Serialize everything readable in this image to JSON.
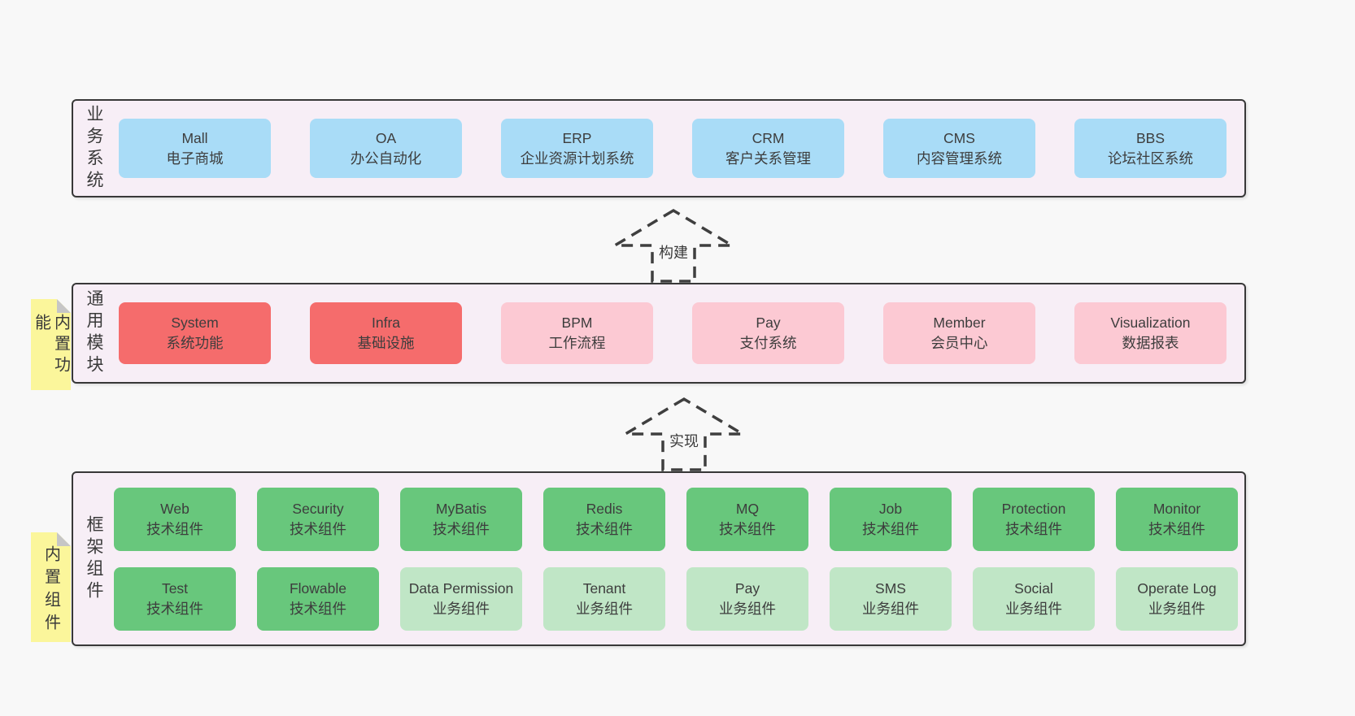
{
  "page": {
    "background": "#f8f8f8",
    "border_color": "#383838",
    "text_color": "#3a3a3a"
  },
  "colors": {
    "container_bg": "#f7eef6",
    "blue_box": "#a9dcf7",
    "red_box": "#f56c6c",
    "pink_box": "#fcc9d3",
    "green_box": "#68c77c",
    "light_green_box": "#c0e6c6",
    "note_yellow": "#fbf69b",
    "note_fold_gray": "#c6c6c6"
  },
  "arrows": [
    {
      "label": "构建"
    },
    {
      "label": "实现"
    }
  ],
  "layers": [
    {
      "name": "业务系统",
      "boxes": [
        {
          "title": "Mall",
          "subtitle": "电子商城"
        },
        {
          "title": "OA",
          "subtitle": "办公自动化"
        },
        {
          "title": "ERP",
          "subtitle": "企业资源计划系统"
        },
        {
          "title": "CRM",
          "subtitle": "客户关系管理"
        },
        {
          "title": "CMS",
          "subtitle": "内容管理系统"
        },
        {
          "title": "BBS",
          "subtitle": "论坛社区系统"
        }
      ]
    },
    {
      "name": "通用模块",
      "note": "内置功能",
      "boxes": [
        {
          "title": "System",
          "subtitle": "系统功能"
        },
        {
          "title": "Infra",
          "subtitle": "基础设施"
        },
        {
          "title": "BPM",
          "subtitle": "工作流程"
        },
        {
          "title": "Pay",
          "subtitle": "支付系统"
        },
        {
          "title": "Member",
          "subtitle": "会员中心"
        },
        {
          "title": "Visualization",
          "subtitle": "数据报表"
        }
      ]
    },
    {
      "name": "框架组件",
      "note": "内置组件",
      "rows": [
        [
          {
            "title": "Web",
            "subtitle": "技术组件"
          },
          {
            "title": "Security",
            "subtitle": "技术组件"
          },
          {
            "title": "MyBatis",
            "subtitle": "技术组件"
          },
          {
            "title": "Redis",
            "subtitle": "技术组件"
          },
          {
            "title": "MQ",
            "subtitle": "技术组件"
          },
          {
            "title": "Job",
            "subtitle": "技术组件"
          },
          {
            "title": "Protection",
            "subtitle": "技术组件"
          },
          {
            "title": "Monitor",
            "subtitle": "技术组件"
          }
        ],
        [
          {
            "title": "Test",
            "subtitle": "技术组件"
          },
          {
            "title": "Flowable",
            "subtitle": "技术组件"
          },
          {
            "title": "Data Permission",
            "subtitle": "业务组件"
          },
          {
            "title": "Tenant",
            "subtitle": "业务组件"
          },
          {
            "title": "Pay",
            "subtitle": "业务组件"
          },
          {
            "title": "SMS",
            "subtitle": "业务组件"
          },
          {
            "title": "Social",
            "subtitle": "业务组件"
          },
          {
            "title": "Operate Log",
            "subtitle": "业务组件"
          }
        ]
      ]
    }
  ]
}
